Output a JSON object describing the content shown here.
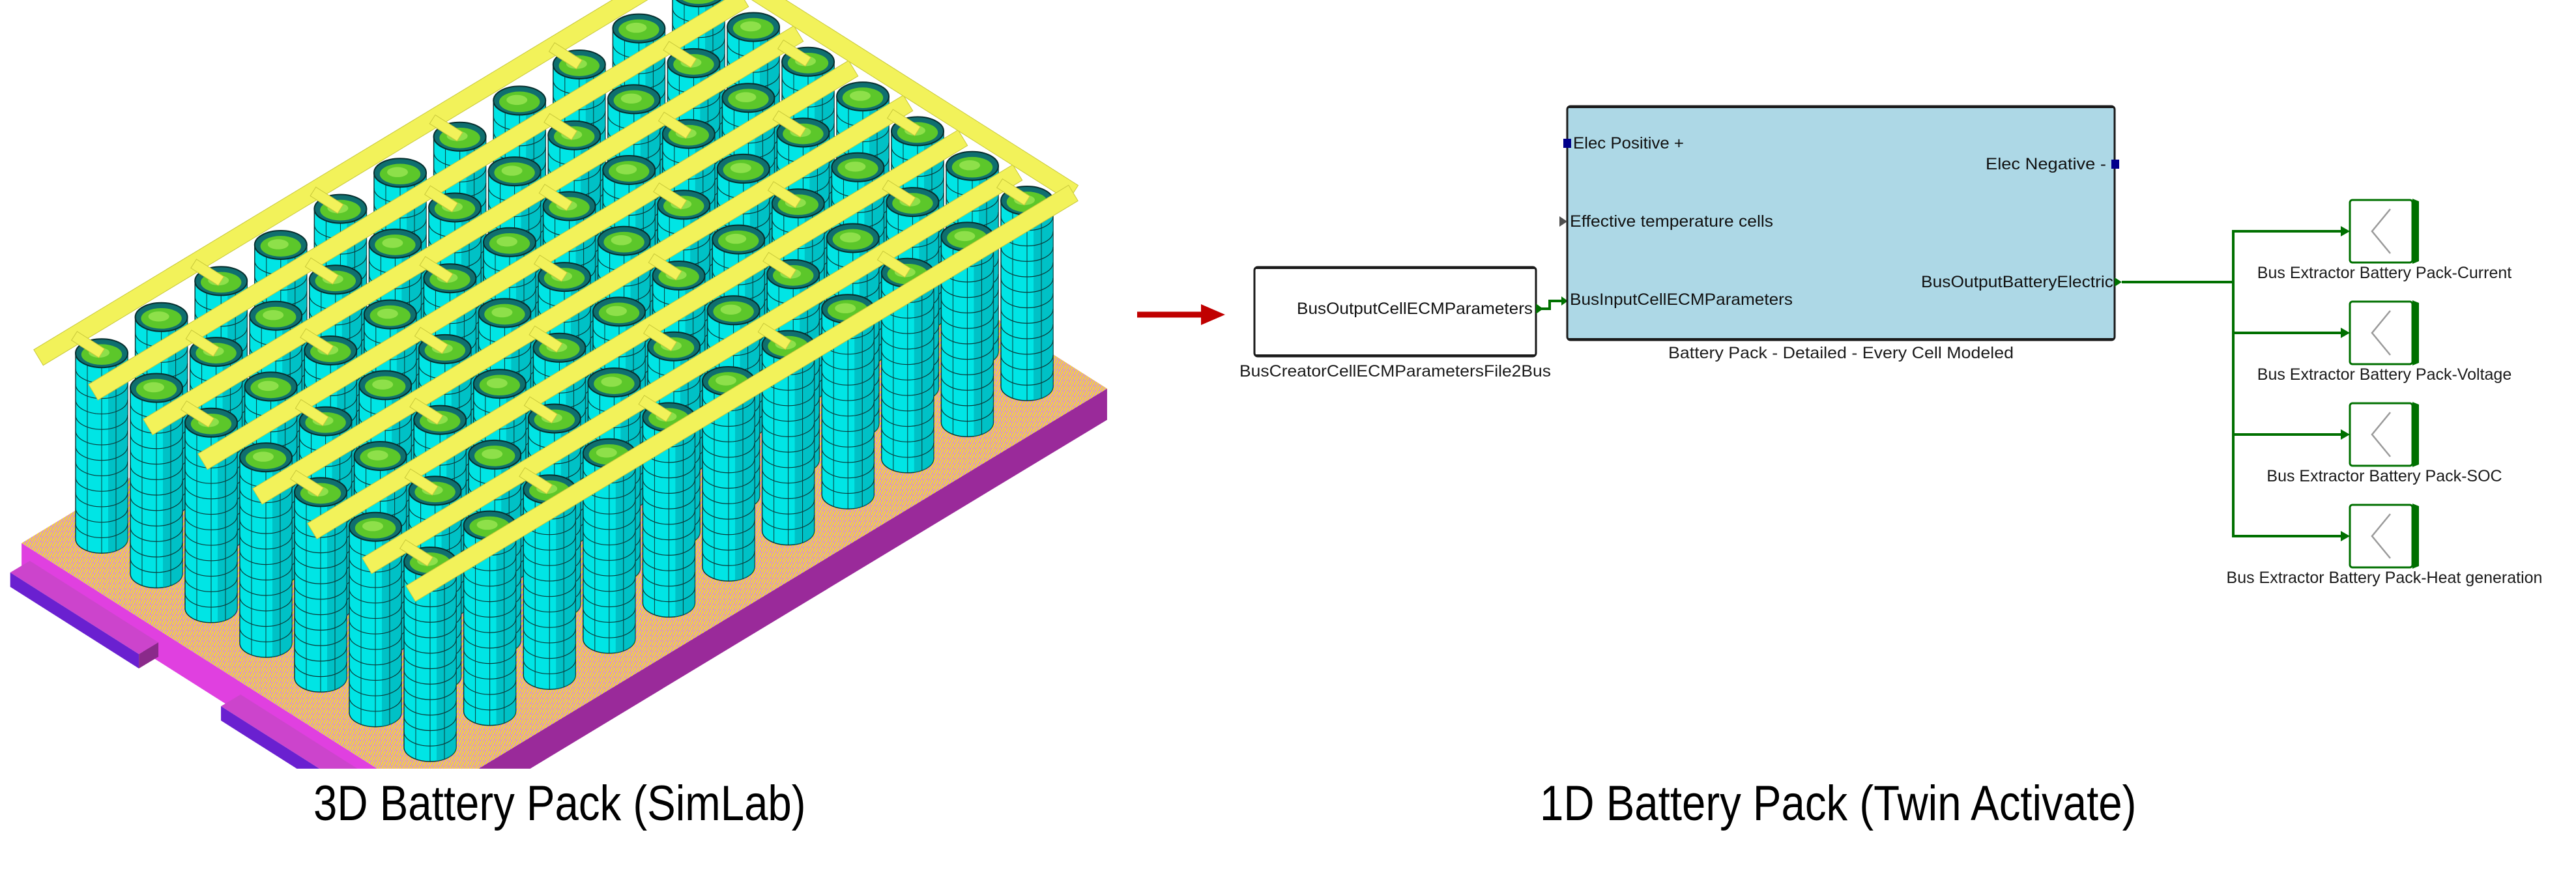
{
  "left_panel": {
    "caption": "3D Battery Pack (SimLab)",
    "model": {
      "description": "isometric 3D FE model of cylindrical cell battery pack",
      "cells_depth": 7,
      "cells_length": 11,
      "colors": {
        "cell": "#00e5e5",
        "cell_dark": "#00a8b0",
        "cell_top": "#5cc72a",
        "busbar": "#f2f25a",
        "base_top": "#d98ad6",
        "base_side_light": "#e040e0",
        "base_side_dark": "#9a2a9a",
        "tab_edge": "#6a20d0"
      }
    }
  },
  "arrow": {
    "color": "#c00000",
    "direction": "right"
  },
  "right_panel": {
    "caption": "1D Battery Pack (Twin Activate)",
    "bus_creator": {
      "name": "BusCreatorCellECMParametersFile2Bus",
      "output_port": "BusOutputCellECMParameters"
    },
    "battery_block": {
      "name": "Battery Pack - Detailed - Every Cell Modeled",
      "fill": "#add8e6",
      "input_ports": [
        {
          "label": "Elec Positive +",
          "kind": "electrical"
        },
        {
          "label": "Effective temperature cells",
          "kind": "signal"
        },
        {
          "label": "BusInputCellECMParameters",
          "kind": "bus"
        }
      ],
      "output_ports": [
        {
          "label": "Elec Negative -",
          "kind": "electrical"
        },
        {
          "label": "BusOutputBatteryElectric",
          "kind": "bus"
        }
      ]
    },
    "bus_extractors": [
      {
        "name": "Bus Extractor Battery Pack-Current"
      },
      {
        "name": "Bus Extractor Battery Pack-Voltage"
      },
      {
        "name": "Bus Extractor Battery Pack-SOC"
      },
      {
        "name": "Bus Extractor Battery Pack-Heat generation"
      }
    ],
    "colors": {
      "bus_line": "#007000",
      "elec_port": "#00008b",
      "signal_port": "#505050",
      "block_border": "#1a1a1a"
    }
  }
}
